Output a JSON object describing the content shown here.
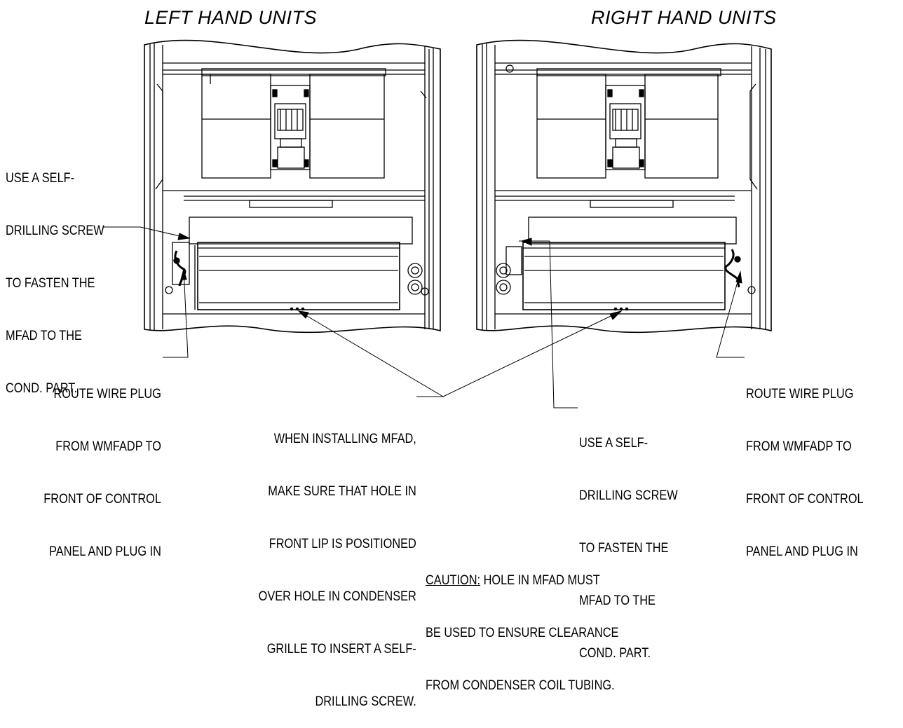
{
  "titles": {
    "left": "LEFT HAND UNITS",
    "right": "RIGHT HAND UNITS"
  },
  "notes": {
    "left_screw": [
      "USE A SELF-",
      "DRILLING SCREW",
      "TO FASTEN THE",
      "MFAD TO THE",
      "COND. PART."
    ],
    "left_wire": [
      "ROUTE WIRE PLUG",
      "FROM WMFADP TO",
      "FRONT OF CONTROL",
      "PANEL AND PLUG IN"
    ],
    "center_install": [
      "WHEN INSTALLING MFAD,",
      "MAKE SURE THAT HOLE IN",
      "FRONT LIP IS POSITIONED",
      "OVER HOLE IN CONDENSER",
      "GRILLE TO INSERT A SELF-",
      "DRILLING SCREW."
    ],
    "right_screw": [
      "USE A SELF-",
      "DRILLING SCREW",
      "TO FASTEN THE",
      "MFAD TO THE",
      "COND. PART."
    ],
    "right_wire": [
      "ROUTE WIRE PLUG",
      "FROM WMFADP TO",
      "FRONT OF CONTROL",
      "PANEL AND PLUG IN"
    ],
    "caution_label": "CAUTION:",
    "caution_rest": " HOLE IN MFAD MUST",
    "caution_lines": [
      "BE USED TO ENSURE CLEARANCE",
      "FROM CONDENSER COIL TUBING."
    ]
  }
}
